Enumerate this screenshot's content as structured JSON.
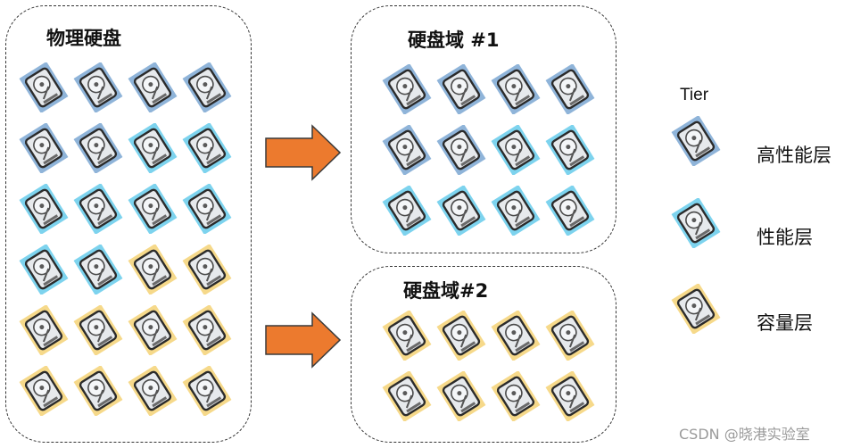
{
  "tier_colors": {
    "high_performance": "#8fb4d9",
    "performance": "#7dd3ee",
    "capacity": "#f6d98a"
  },
  "accent": {
    "arrow_fill": "#ec7a2e",
    "arrow_stroke": "#3a3a3a"
  },
  "physical": {
    "title": "物理硬盘",
    "rows": [
      [
        "high_performance",
        "high_performance",
        "high_performance",
        "high_performance"
      ],
      [
        "high_performance",
        "high_performance",
        "performance",
        "performance"
      ],
      [
        "performance",
        "performance",
        "performance",
        "performance"
      ],
      [
        "performance",
        "performance",
        "capacity",
        "capacity"
      ],
      [
        "capacity",
        "capacity",
        "capacity",
        "capacity"
      ],
      [
        "capacity",
        "capacity",
        "capacity",
        "capacity"
      ]
    ]
  },
  "domain1": {
    "title": "硬盘域 #1",
    "rows": [
      [
        "high_performance",
        "high_performance",
        "high_performance",
        "high_performance"
      ],
      [
        "high_performance",
        "high_performance",
        "performance",
        "performance"
      ],
      [
        "performance",
        "performance",
        "performance",
        "performance"
      ]
    ]
  },
  "domain2": {
    "title": "硬盘域#2",
    "rows": [
      [
        "capacity",
        "capacity",
        "capacity",
        "capacity"
      ],
      [
        "capacity",
        "capacity",
        "capacity",
        "capacity"
      ]
    ]
  },
  "legend": {
    "title": "Tier",
    "items": [
      {
        "tier": "high_performance",
        "label": "高性能层"
      },
      {
        "tier": "performance",
        "label": "性能层"
      },
      {
        "tier": "capacity",
        "label": "容量层"
      }
    ]
  },
  "watermark": "CSDN @晓港实验室"
}
